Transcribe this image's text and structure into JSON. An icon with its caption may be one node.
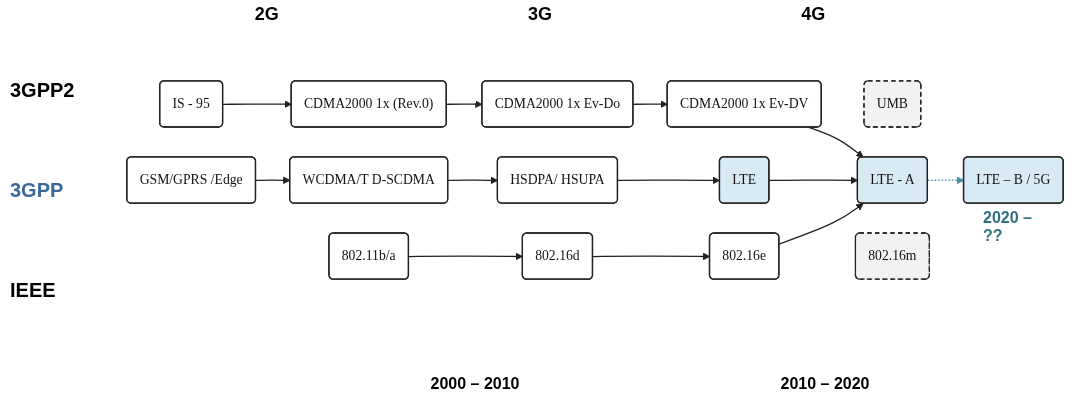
{
  "diagram": {
    "nodes": [
      {
        "text": [
          "IS - 95"
        ]
      },
      {
        "text": [
          "CDMA2000 1x (Rev.0)"
        ]
      },
      {
        "text": [
          "CDMA2000 1x Ev-Do"
        ]
      },
      {
        "text": [
          "CDMA2000 1x Ev-DV"
        ]
      },
      {
        "text": [
          "UMB"
        ]
      },
      {
        "text": [
          "GSM/GPRS /Edge"
        ]
      },
      {
        "text": [
          "WCDMA/T D-SCDMA"
        ]
      },
      {
        "text": [
          "HSDPA/ HSUPA"
        ]
      },
      {
        "text": [
          "LTE"
        ]
      },
      {
        "text": [
          "LTE - A"
        ]
      },
      {
        "text": [
          "802.11b/a"
        ]
      },
      {
        "text": [
          "802.16d"
        ]
      },
      {
        "text": [
          "802.16e"
        ]
      },
      {
        "text": [
          "802.16m"
        ]
      },
      {
        "text": [
          "LTE – B / 5G"
        ],
        "beside": [
          "2020 – ??"
        ]
      }
    ],
    "edges": [
      {
        "from": 0,
        "to": 1,
        "arrow": "to"
      },
      {
        "from": 1,
        "to": 2,
        "arrow": "to"
      },
      {
        "from": 2,
        "to": 3,
        "arrow": "to"
      },
      {
        "from": 5,
        "to": 6,
        "arrow": "to"
      },
      {
        "from": 6,
        "to": 7,
        "arrow": "to"
      },
      {
        "from": 7,
        "to": 8,
        "arrow": "to"
      },
      {
        "from": 10,
        "to": 11,
        "arrow": "to"
      },
      {
        "from": 11,
        "to": 12,
        "arrow": "to"
      },
      {
        "from": 3,
        "to": 9,
        "arrow": "to"
      },
      {
        "from": 8,
        "to": 9,
        "arrow": "to"
      },
      {
        "from": 12,
        "to": 9,
        "arrow": "to"
      },
      {
        "from": 9,
        "to": 14,
        "arrow": "to",
        "style": "dashed",
        "color": "#4a90a8"
      }
    ],
    "labels": [
      "2G",
      "3G",
      "4G",
      "3GPP2",
      "3GPP",
      "IEEE",
      "2000 – 2010",
      "2010 – 2020"
    ]
  }
}
